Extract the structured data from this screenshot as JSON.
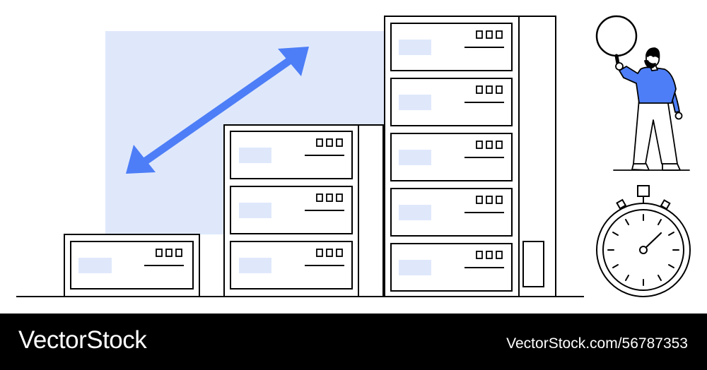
{
  "illustration": {
    "description_icons": [
      "server-rack-icon",
      "double-arrow-icon",
      "magnifier-icon",
      "stopwatch-icon",
      "person-figure"
    ],
    "colors": {
      "accent": "#4d7ef7",
      "light_panel": "#dfe8fb",
      "outline": "#000000",
      "background": "#ffffff"
    }
  },
  "watermark": {
    "brand": "VectorStock",
    "image_id": "VectorStock.com/56787353"
  }
}
